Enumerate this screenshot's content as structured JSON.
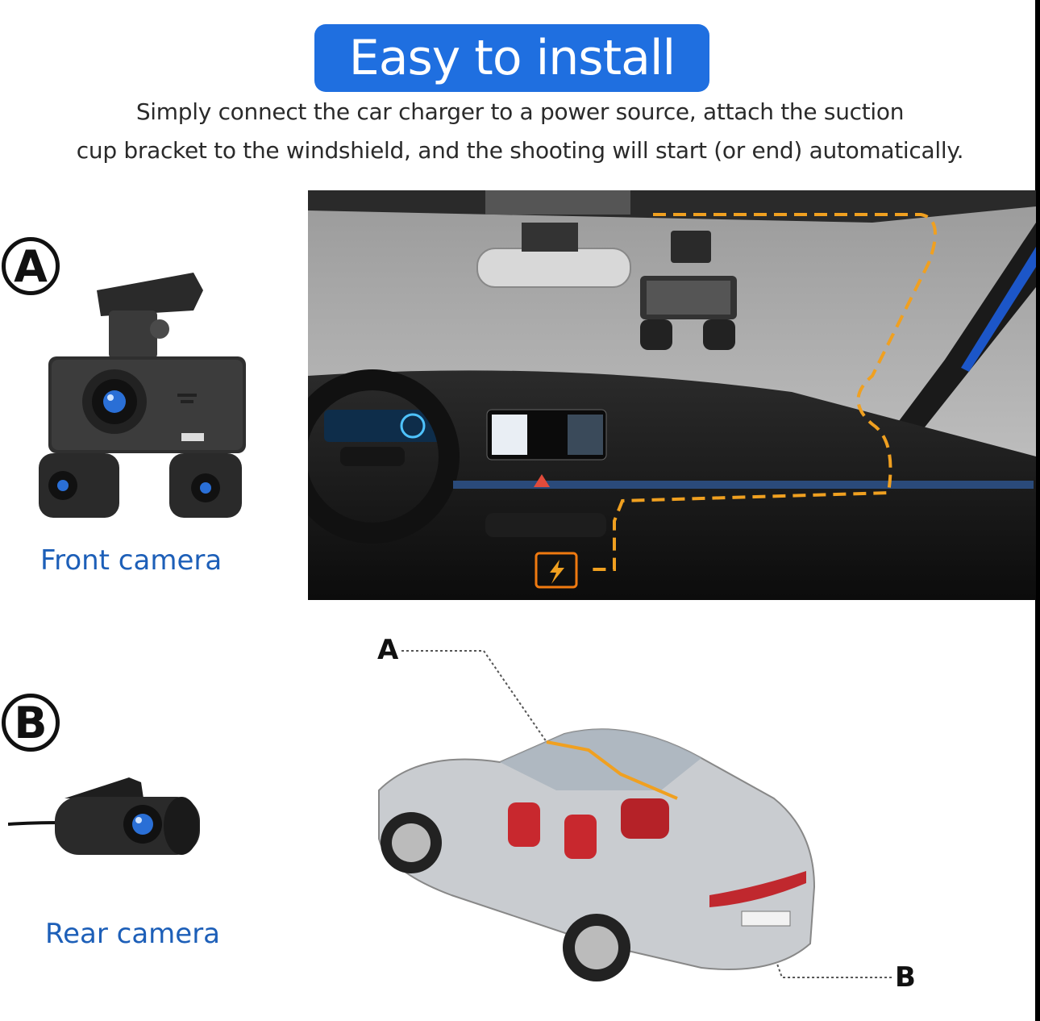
{
  "header": {
    "title": "Easy to install",
    "subtitle_line1": "Simply connect the car charger to a power source, attach the suction",
    "subtitle_line2": "cup bracket to the windshield, and the shooting will start (or end) automatically."
  },
  "front": {
    "marker": "A",
    "caption": "Front camera"
  },
  "rear": {
    "marker": "B",
    "caption": "Rear camera"
  },
  "diagram": {
    "label_a": "A",
    "label_b": "B"
  },
  "colors": {
    "accent_blue": "#1f6fe0",
    "caption_blue": "#1d5fb8",
    "cable_orange": "#f0a020"
  },
  "icons": [
    "front-dashcam-illustration",
    "rear-camera-illustration",
    "car-interior-illustration",
    "car-cutaway-illustration",
    "power-bolt-icon"
  ]
}
